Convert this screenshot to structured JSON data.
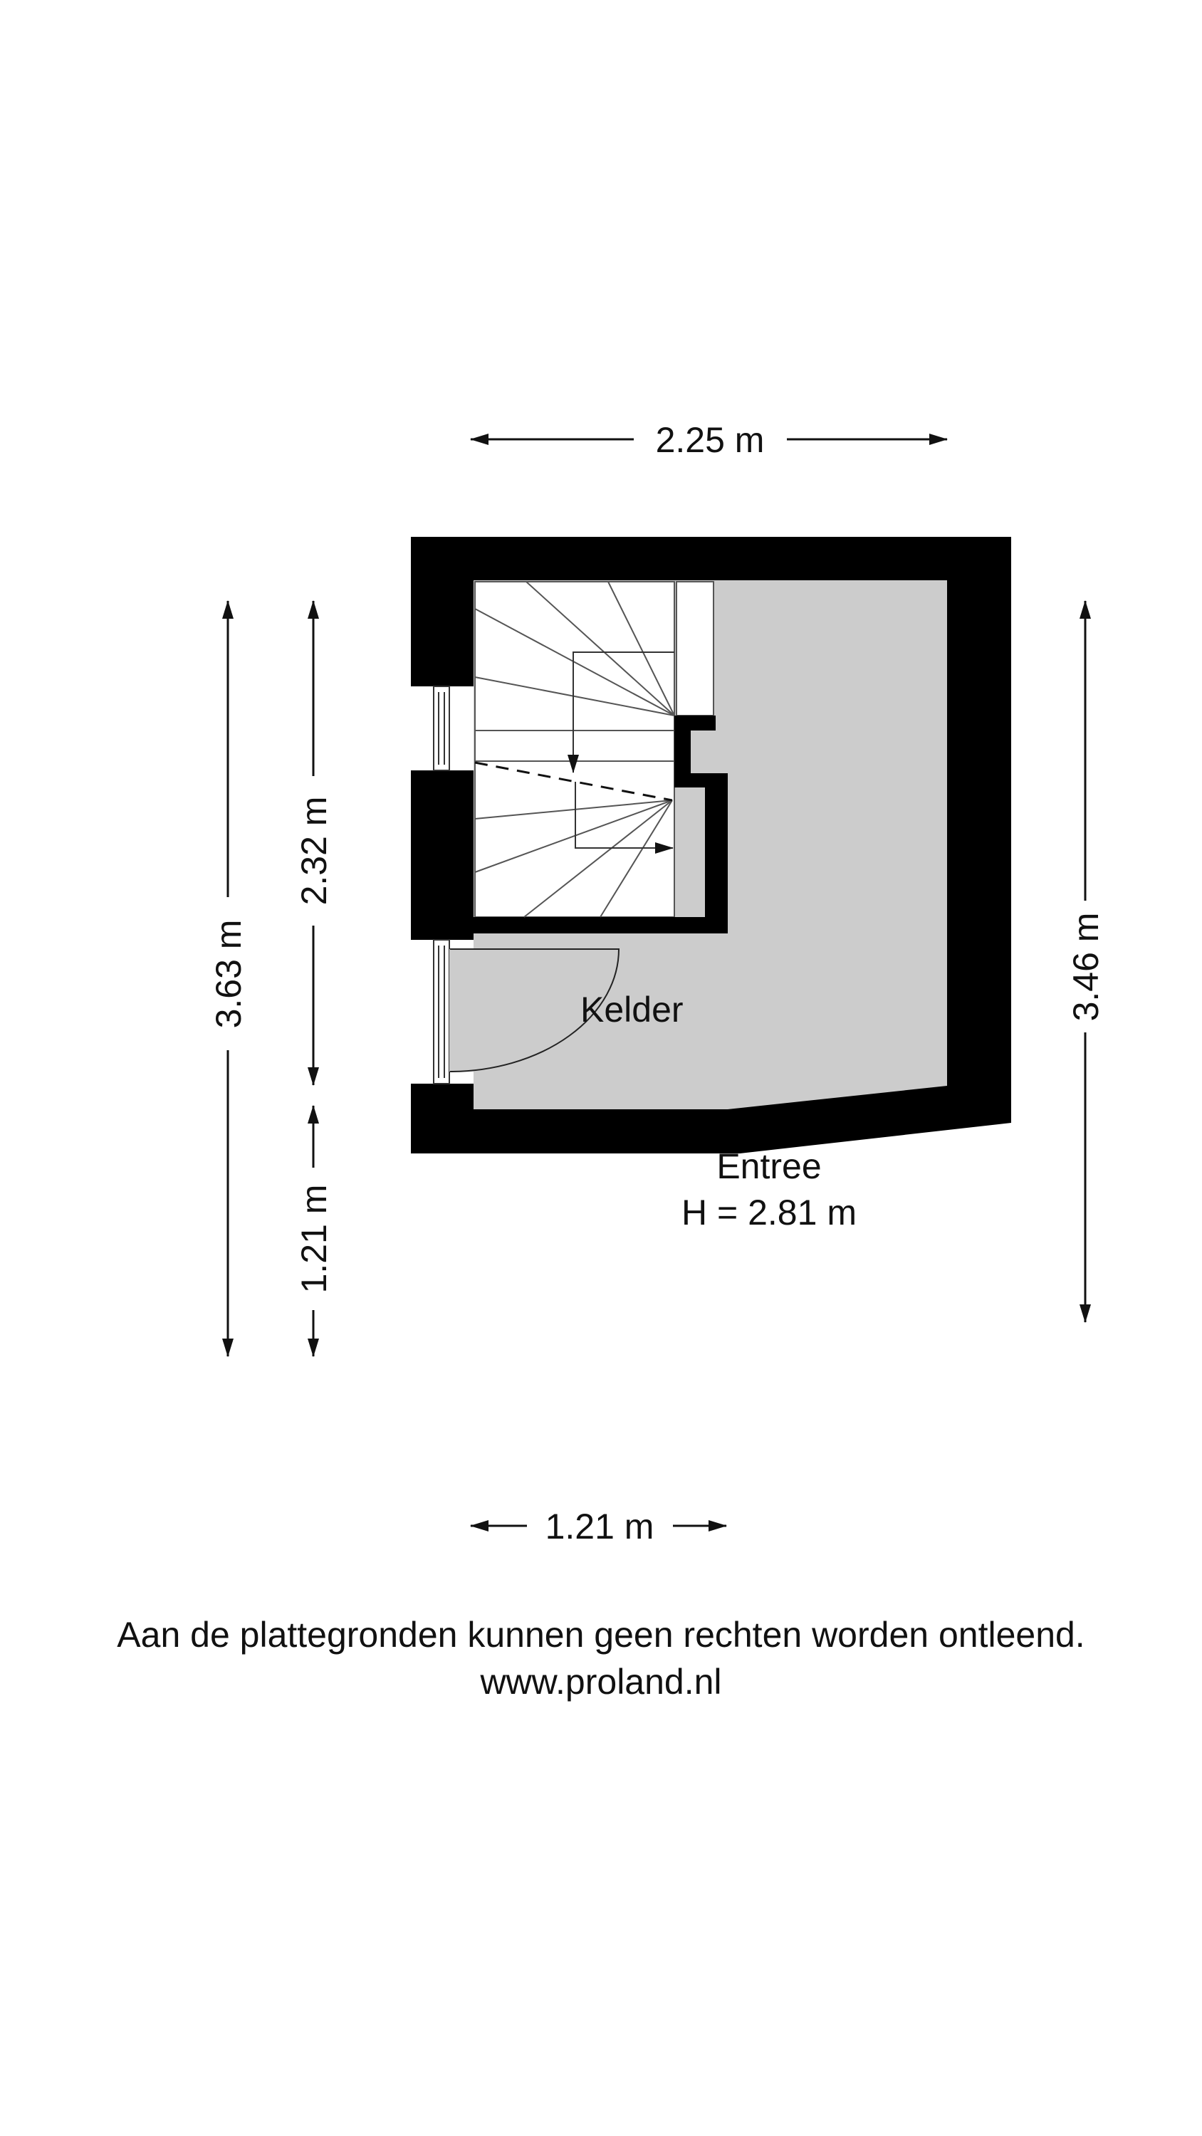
{
  "dimensions": {
    "top_width": "2.25 m",
    "left_total": "3.63 m",
    "left_upper": "2.32 m",
    "left_lower": "1.21 m",
    "right_height": "3.46 m",
    "bottom_width": "1.21 m"
  },
  "rooms": {
    "stair_label": "Kelder",
    "main_name": "Entree",
    "main_height": "H = 2.81 m"
  },
  "footer": {
    "disclaimer": "Aan de plattegronden kunnen geen rechten worden ontleend.",
    "website": "www.proland.nl"
  },
  "colors": {
    "wall": "#000000",
    "floor": "#cccccc",
    "stair": "#ffffff"
  }
}
